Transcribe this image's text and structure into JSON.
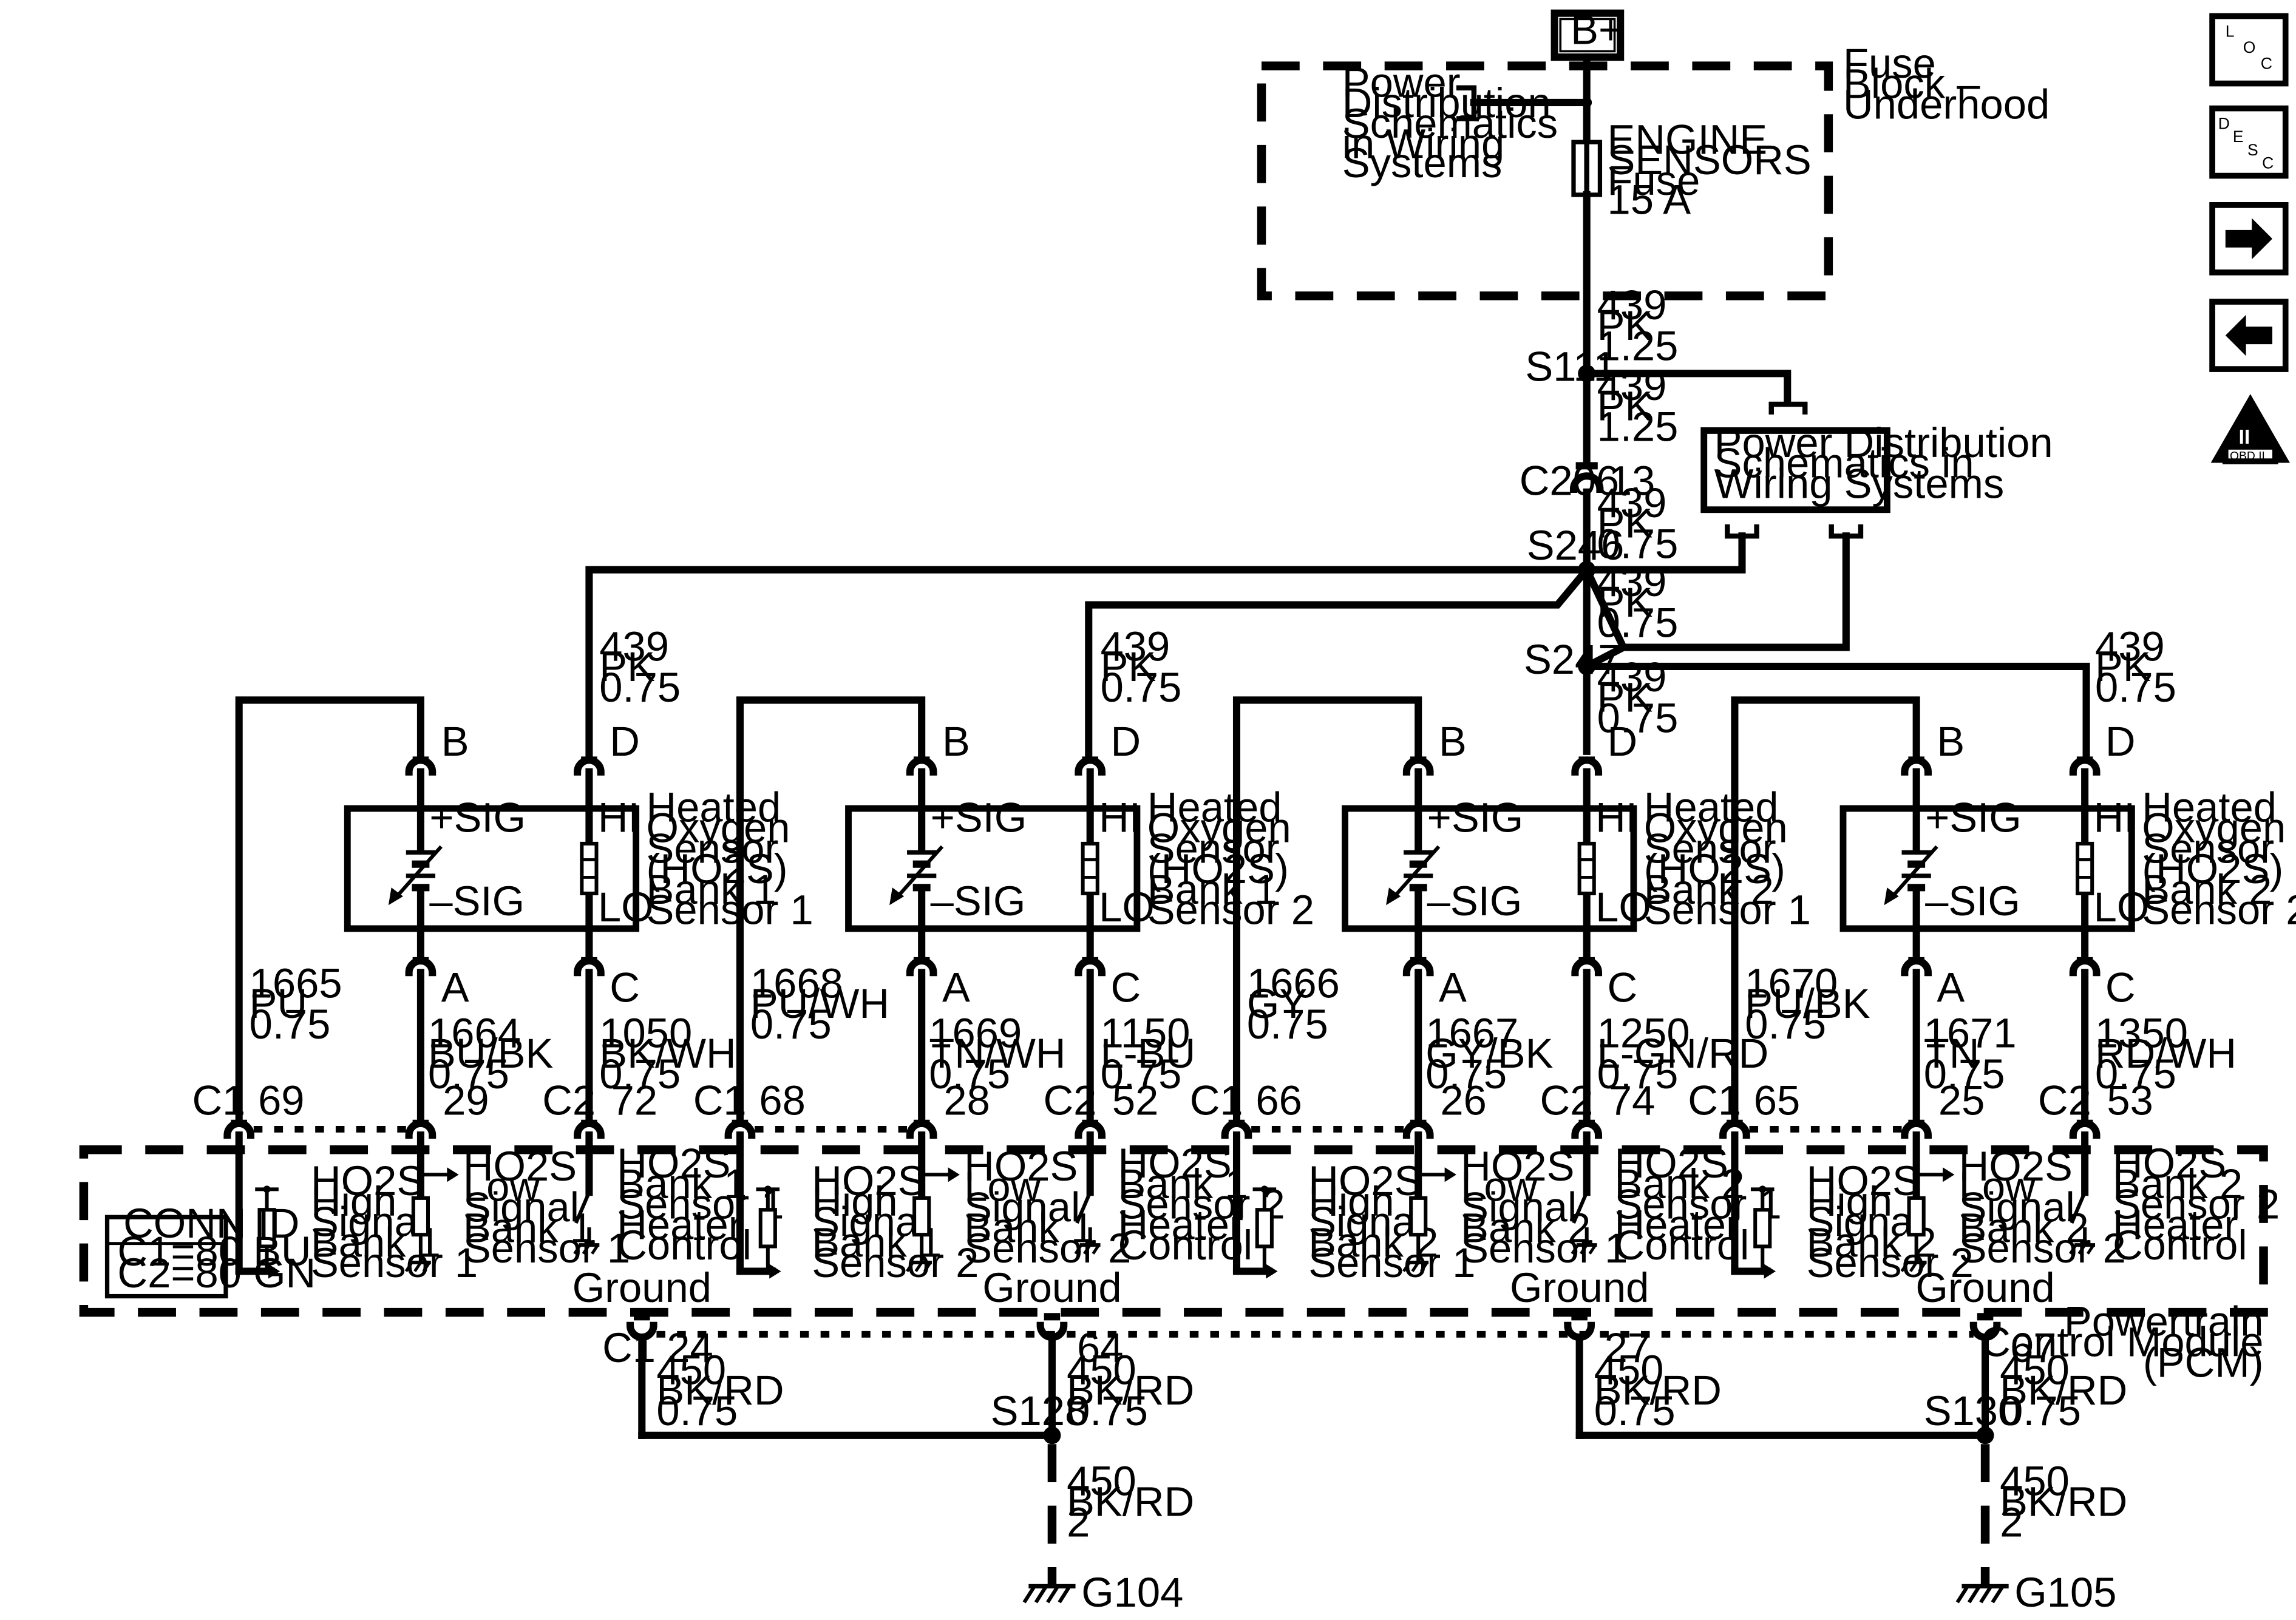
{
  "battery_label": "B+",
  "fuse_block": {
    "label": [
      "Fuse",
      "Block –",
      "Underhood"
    ],
    "power_ref": [
      "Power",
      "Distribution",
      "Schematics",
      "in Wiring",
      "Systems"
    ],
    "fuse": [
      "ENGINE",
      "SENSORS",
      "Fuse",
      "15 A"
    ]
  },
  "power_dist_box": [
    "Power Distribution",
    "Schematics in",
    "Wiring Systems"
  ],
  "splices": {
    "s111": "S111",
    "s246": "S246",
    "s247": "S247",
    "s128": "S128",
    "s130": "S130"
  },
  "c206": {
    "name": "C206",
    "pin": "13"
  },
  "main_wires": {
    "w1": [
      "439",
      "PK",
      "1.25"
    ],
    "w2": [
      "439",
      "PK",
      "1.25"
    ],
    "w3": [
      "439",
      "PK",
      "0.75"
    ],
    "w4": [
      "439",
      "PK",
      "0.75"
    ],
    "w5": [
      "439",
      "PK",
      "0.75"
    ]
  },
  "sensors": [
    {
      "title": [
        "Heated",
        "Oxygen",
        "Sensor",
        "(HO2S)",
        "Bank 1",
        "Sensor 1"
      ],
      "heater_feed": [
        "439",
        "PK",
        "0.75"
      ],
      "pin_b": "B",
      "pin_d": "D",
      "pin_a": "A",
      "pin_c": "C",
      "plus_sig": "+SIG",
      "minus_sig": "–SIG",
      "hi": "HI",
      "lo": "LO",
      "wire_high": [
        "1665",
        "PU",
        "0.75"
      ],
      "wire_low": [
        "1664",
        "BU/BK",
        "0.75"
      ],
      "wire_heater": [
        "1050",
        "BK/WH",
        "0.75"
      ],
      "c1": "C1",
      "c2": "C2",
      "pin_high": "69",
      "pin_low": "29",
      "pin_heater": "72",
      "pcm_high": [
        "HO2S",
        "High",
        "Signal",
        "Bank 1",
        "Sensor 1"
      ],
      "pcm_low": [
        "HO2S",
        "Low",
        "Signal",
        "Bank 1",
        "Sensor 1"
      ],
      "pcm_heater": [
        "HO2S",
        "Bank 1",
        "Sensor 1",
        "Heater",
        "Control"
      ]
    },
    {
      "title": [
        "Heated",
        "Oxygen",
        "Sensor",
        "(HO2S)",
        "Bank 1",
        "Sensor 2"
      ],
      "heater_feed": [
        "439",
        "PK",
        "0.75"
      ],
      "pin_b": "B",
      "pin_d": "D",
      "pin_a": "A",
      "pin_c": "C",
      "plus_sig": "+SIG",
      "minus_sig": "–SIG",
      "hi": "HI",
      "lo": "LO",
      "wire_high": [
        "1668",
        "PU/WH",
        "0.75"
      ],
      "wire_low": [
        "1669",
        "TN/WH",
        "0.75"
      ],
      "wire_heater": [
        "1150",
        "L-BU",
        "0.75"
      ],
      "c1": "C1",
      "c2": "C2",
      "pin_high": "68",
      "pin_low": "28",
      "pin_heater": "52",
      "pcm_high": [
        "HO2S",
        "High",
        "Signal",
        "Bank 1",
        "Sensor 2"
      ],
      "pcm_low": [
        "HO2S",
        "Low",
        "Signal",
        "Bank 1",
        "Sensor 2"
      ],
      "pcm_heater": [
        "HO2S",
        "Bank 1",
        "Sensor 2",
        "Heater",
        "Control"
      ]
    },
    {
      "title": [
        "Heated",
        "Oxygen",
        "Sensor",
        "(HO2S)",
        "Bank 2",
        "Sensor 1"
      ],
      "heater_feed": [
        "439",
        "PK",
        "0.75"
      ],
      "pin_b": "B",
      "pin_d": "D",
      "pin_a": "A",
      "pin_c": "C",
      "plus_sig": "+SIG",
      "minus_sig": "–SIG",
      "hi": "HI",
      "lo": "LO",
      "wire_high": [
        "1666",
        "GY",
        "0.75"
      ],
      "wire_low": [
        "1667",
        "GY/BK",
        "0.75"
      ],
      "wire_heater": [
        "1250",
        "L-GN/RD",
        "0.75"
      ],
      "c1": "C1",
      "c2": "C2",
      "pin_high": "66",
      "pin_low": "26",
      "pin_heater": "74",
      "pcm_high": [
        "HO2S",
        "High",
        "Signal",
        "Bank 2",
        "Sensor 1"
      ],
      "pcm_low": [
        "HO2S",
        "Low",
        "Signal",
        "Bank 2",
        "Sensor 1"
      ],
      "pcm_heater": [
        "HO2S",
        "Bank 2",
        "Sensor 1",
        "Heater",
        "Control"
      ]
    },
    {
      "title": [
        "Heated",
        "Oxygen",
        "Sensor",
        "(HO2S)",
        "Bank 2",
        "Sensor 2"
      ],
      "heater_feed": [
        "439",
        "PK",
        "0.75"
      ],
      "pin_b": "B",
      "pin_d": "D",
      "pin_a": "A",
      "pin_c": "C",
      "plus_sig": "+SIG",
      "minus_sig": "–SIG",
      "hi": "HI",
      "lo": "LO",
      "wire_high": [
        "1670",
        "PU/BK",
        "0.75"
      ],
      "wire_low": [
        "1671",
        "TN",
        "0.75"
      ],
      "wire_heater": [
        "1350",
        "RD/WH",
        "0.75"
      ],
      "c1": "C1",
      "c2": "C2",
      "pin_high": "65",
      "pin_low": "25",
      "pin_heater": "53",
      "pcm_high": [
        "HO2S",
        "High",
        "Signal",
        "Bank 2",
        "Sensor 2"
      ],
      "pcm_low": [
        "HO2S",
        "Low",
        "Signal",
        "Bank 2",
        "Sensor 2"
      ],
      "pcm_heater": [
        "HO2S",
        "Bank 2",
        "Sensor 2",
        "Heater",
        "Control"
      ]
    }
  ],
  "conn_id": {
    "title": "CONN ID",
    "c1": "C1=80 BU",
    "c2": "C2=80 GN"
  },
  "pcm_label": [
    "Powertrain",
    "Control Module",
    "(PCM)"
  ],
  "grounds": {
    "label": "Ground",
    "c1": "C1",
    "pins": [
      "24",
      "64",
      "27",
      "67"
    ],
    "wire": [
      "450",
      "BK/RD",
      "0.75"
    ],
    "lower_wire": [
      "450",
      "BK/RD",
      "2"
    ],
    "g104": "G104",
    "g105": "G105"
  },
  "nav": {
    "loc": [
      "L",
      "O",
      "C"
    ],
    "desc": [
      "D",
      "E",
      "S",
      "C"
    ],
    "next_icon": "arrow-right-icon",
    "prev_icon": "arrow-left-icon",
    "obd_icon": "obd-ii-icon",
    "obd": [
      "II",
      "OBD II"
    ]
  }
}
